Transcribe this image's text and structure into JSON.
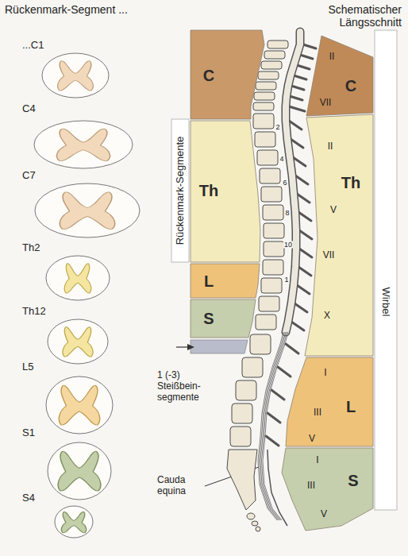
{
  "diagram": {
    "nodes": [
      {
        "text": [
          "C"
        ]
      },
      {
        "text": [
          "Th"
        ]
      },
      {
        "text": [
          "L"
        ]
      },
      {
        "text": [
          "S"
        ]
      },
      {
        "text": [
          "C"
        ]
      },
      {
        "text": [
          "Th"
        ]
      },
      {
        "text": [
          "L"
        ]
      },
      {
        "text": [
          "S"
        ]
      }
    ],
    "labels": [
      "Rückenmark-Segment ...",
      "Schematischer Längsschnitt",
      "...C1",
      "C4",
      "C7",
      "Th2",
      "Th12",
      "L5",
      "S1",
      "S4",
      "Rückenmark-Segmente",
      "Wirbel",
      "II",
      "VII",
      "II",
      "V",
      "VII",
      "X",
      "I",
      "III",
      "V",
      "I",
      "III",
      "V",
      "2",
      "4",
      "6",
      "8",
      "10",
      "1",
      "1 (-3) Steißbein- segmente",
      "Cauda equina"
    ]
  }
}
